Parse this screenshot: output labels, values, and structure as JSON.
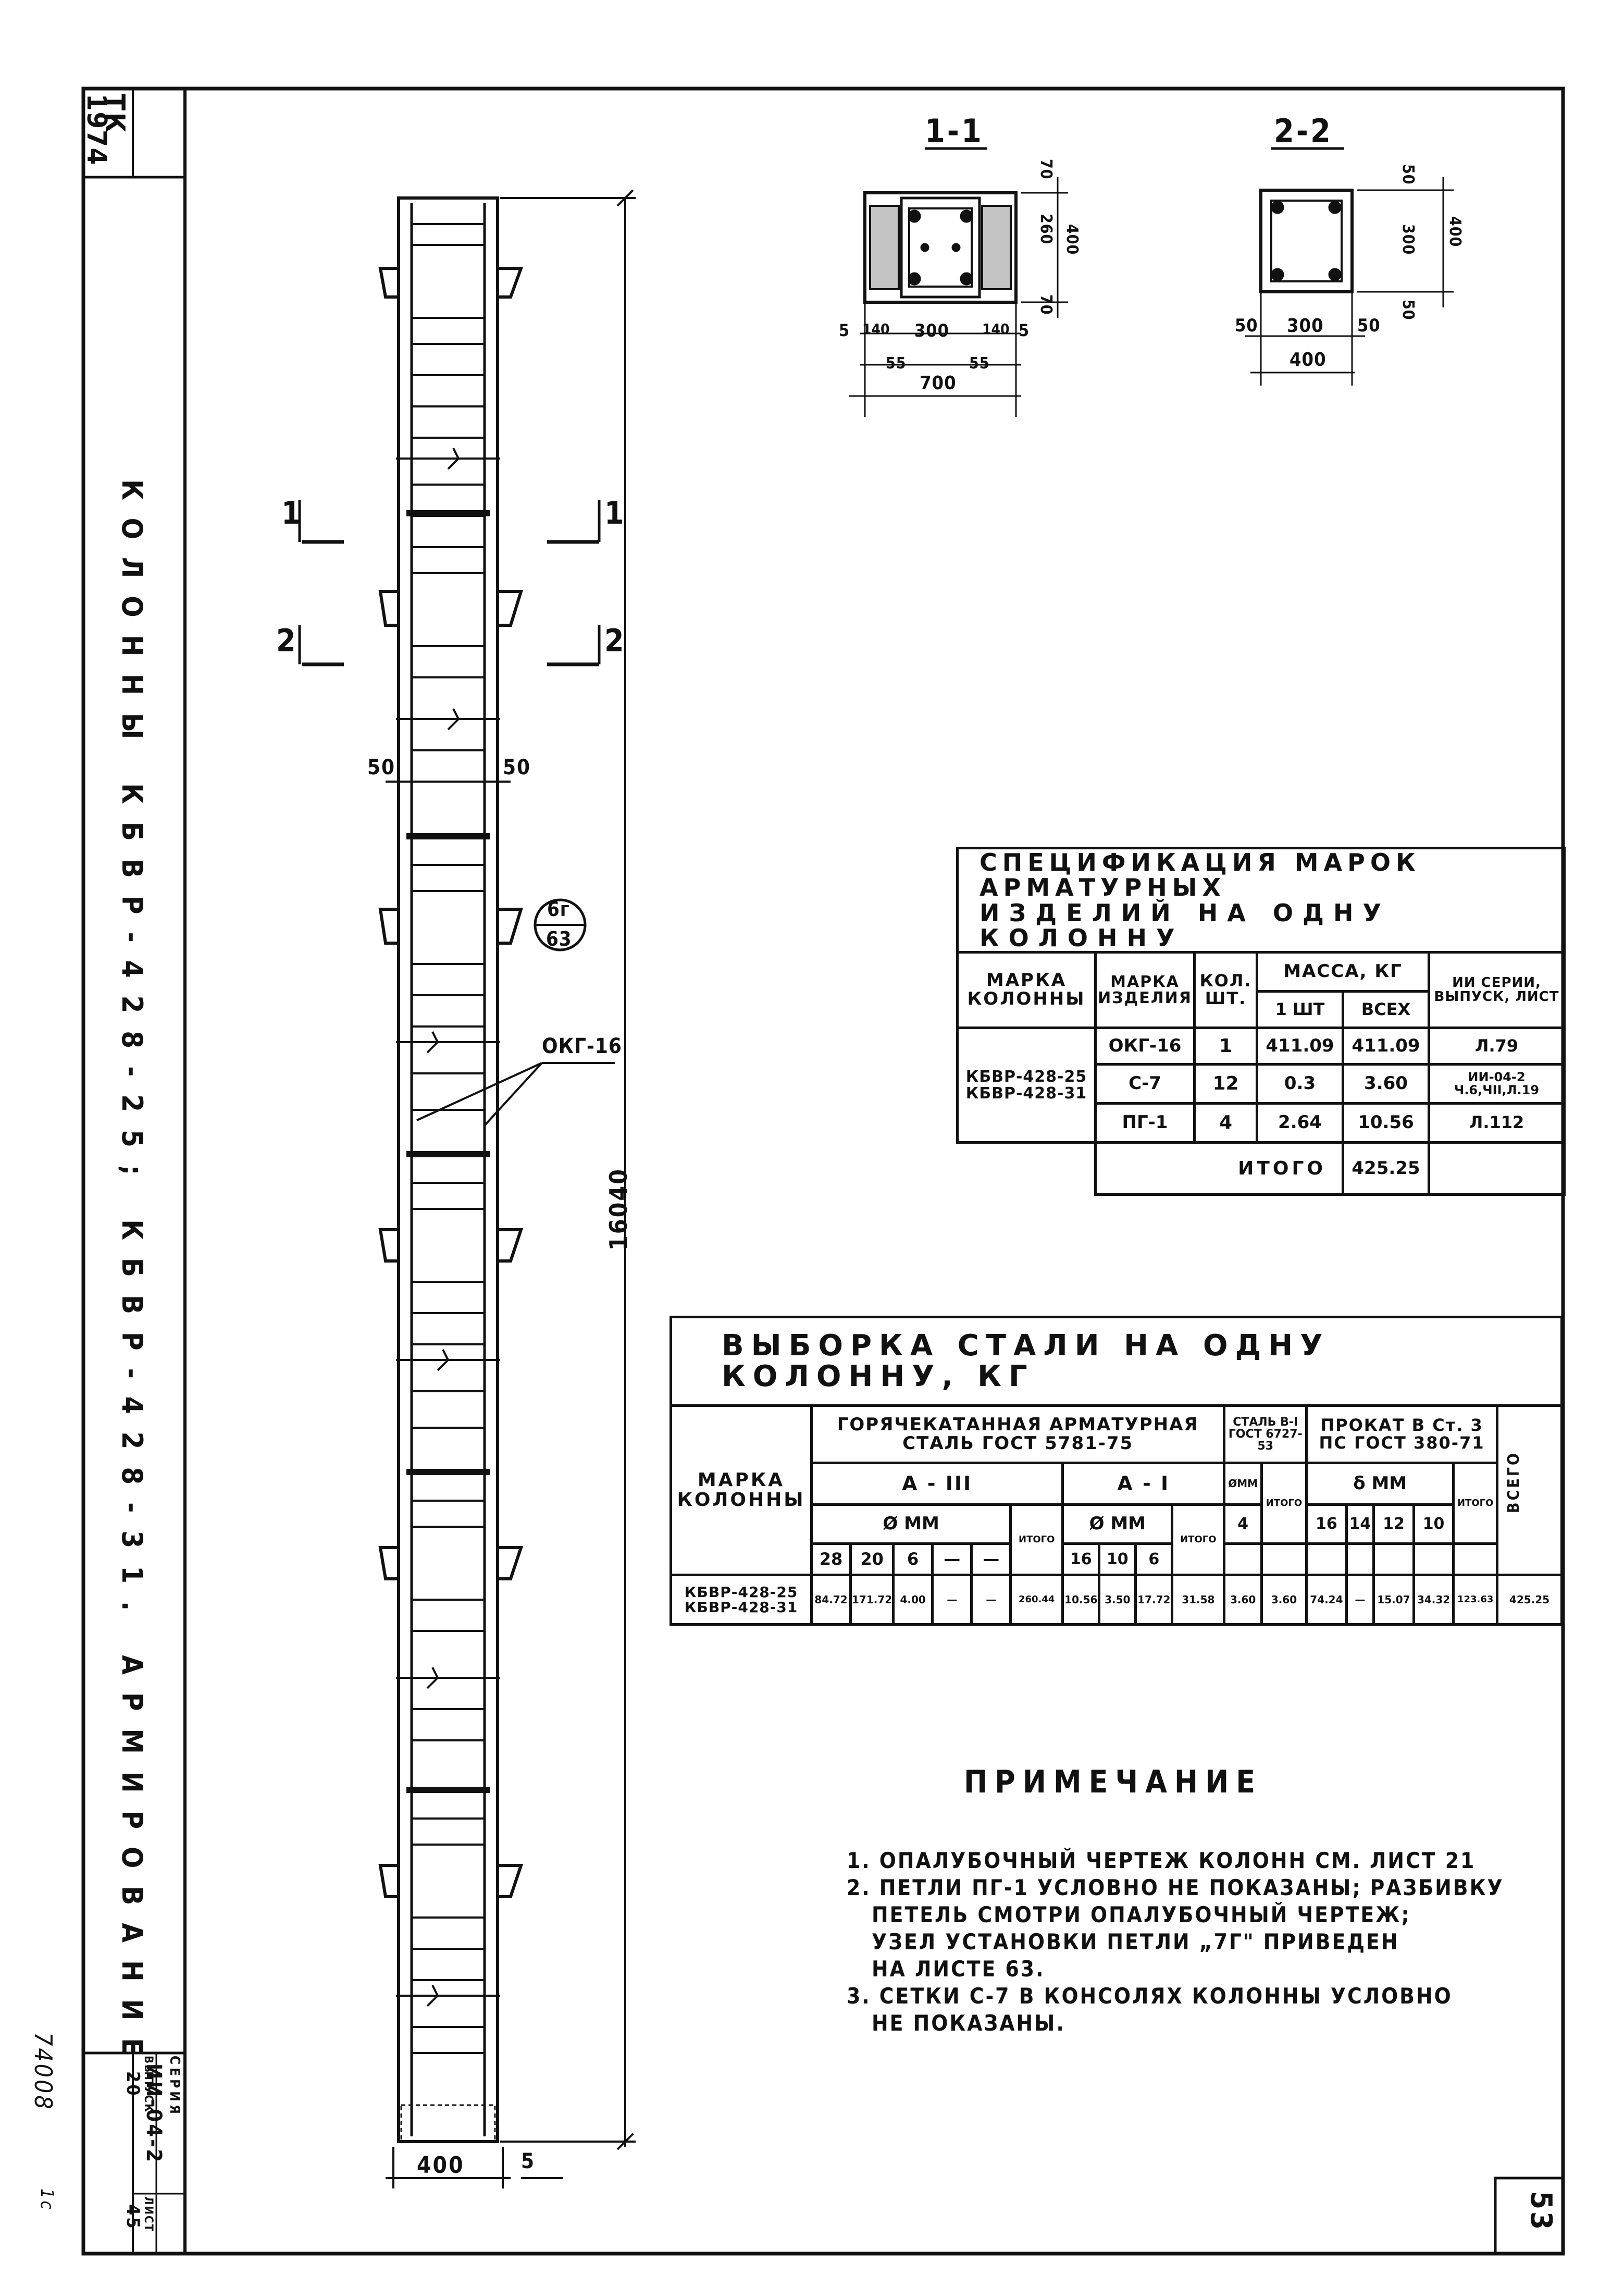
{
  "title_vertical": "КОЛОННЫ КБВР-428-25; КБВР-428-31. АРМИРОВАНИЕ",
  "corner_tk": "ТК",
  "corner_year": "1974",
  "sheet_number": "53",
  "inventory_number": "74008",
  "inventory_suffix": "1с",
  "stamp": {
    "series_label": "СЕРИЯ",
    "series_value": "ИИ-04-2",
    "issue_label": "ВЫПУСК",
    "issue_value": "20",
    "sheet_label": "ЛИСТ",
    "sheet_value": "45"
  },
  "section_1": {
    "label": "1-1",
    "dims": {
      "h1": "70",
      "h2": "260",
      "h3": "400",
      "h4": "70",
      "w1": "5",
      "w2": "140",
      "w3": "300",
      "w4": "140",
      "w5": "5",
      "w6": "55",
      "w7": "55",
      "w8": "700"
    }
  },
  "section_2": {
    "label": "2-2",
    "dims": {
      "h1": "50",
      "h2": "300",
      "h3": "400",
      "h4": "50",
      "w1": "50",
      "w2": "300",
      "w3": "50",
      "w4": "400"
    }
  },
  "elevation": {
    "cut_1": "1",
    "cut_2": "2",
    "dim_50_left": "50",
    "dim_50_right": "50",
    "height": "16040",
    "width": "400",
    "bottom_5": "5",
    "node_top": "6г",
    "node_bottom": "63",
    "callout": "ОКГ-16"
  },
  "spec_table": {
    "title_line1": "СПЕЦИФИКАЦИЯ МАРОК АРМАТУРНЫХ",
    "title_line2": "ИЗДЕЛИЙ НА ОДНУ КОЛОННУ",
    "col_mark_column": "МАРКА КОЛОННЫ",
    "col_mark_item": "МАРКА ИЗДЕЛИЯ",
    "col_qty": "КОЛ. ШТ.",
    "col_mass": "МАССА, КГ",
    "col_mass_one": "1 ШТ",
    "col_mass_all": "ВСЕХ",
    "col_ref": "ИИ СЕРИИ, ВЫПУСК, ЛИСТ",
    "columns": "КБВР-428-25 КБВР-428-31",
    "rows": [
      {
        "item": "ОКГ-16",
        "qty": "1",
        "one": "411.09",
        "all": "411.09",
        "ref": "Л.79"
      },
      {
        "item": "С-7",
        "qty": "12",
        "one": "0.3",
        "all": "3.60",
        "ref": "ИИ-04-2 Ч.6,ЧII,Л.19"
      },
      {
        "item": "ПГ-1",
        "qty": "4",
        "one": "2.64",
        "all": "10.56",
        "ref": "Л.112"
      }
    ],
    "total_label": "ИТОГО",
    "total_value": "425.25"
  },
  "steel_table": {
    "title": "ВЫБОРКА СТАЛИ НА ОДНУ КОЛОННУ, КГ",
    "col_mark": "МАРКА КОЛОННЫ",
    "group_hot": "ГОРЯЧЕКАТАННАЯ АРМАТУРНАЯ СТАЛЬ ГОСТ 5781-75",
    "group_wire": "СТАЛЬ В-I ГОСТ 6727-53",
    "group_rolled": "ПРОКАТ В Ст. 3 ПС ГОСТ 380-71",
    "class_a3": "А - III",
    "class_a1": "А - I",
    "phi_mm": "Ø ММ",
    "phi_mm_short": "ØММ",
    "delta_mm": "δ ММ",
    "total_short": "ИТОГО",
    "grand_total": "ВСЕГО",
    "d_a3": [
      "28",
      "20",
      "6",
      "—",
      "—"
    ],
    "d_a1": [
      "16",
      "10",
      "6"
    ],
    "d_w": [
      "4"
    ],
    "d_r": [
      "16",
      "14",
      "12",
      "10"
    ],
    "row_marks": "КБВР-428-25 КБВР-428-31",
    "row_values": [
      "84.72",
      "171.72",
      "4.00",
      "—",
      "—",
      "260.44",
      "10.56",
      "3.50",
      "17.72",
      "31.58",
      "3.60",
      "3.60",
      "74.24",
      "—",
      "15.07",
      "34.32",
      "123.63",
      "425.25"
    ]
  },
  "notes": {
    "heading": "ПРИМЕЧАНИЕ",
    "items": [
      "1. ОПАЛУБОЧНЫЙ ЧЕРТЕЖ КОЛОНН СМ. ЛИСТ 21",
      "2. ПЕТЛИ ПГ-1 УСЛОВНО НЕ ПОКАЗАНЫ; РАЗБИВКУ",
      "ПЕТЕЛЬ СМОТРИ ОПАЛУБОЧНЫЙ ЧЕРТЕЖ;",
      "УЗЕЛ УСТАНОВКИ ПЕТЛИ „7Г\" ПРИВЕДЕН",
      "НА ЛИСТЕ 63.",
      "3. СЕТКИ С-7 В КОНСОЛЯХ КОЛОННЫ УСЛОВНО",
      "НЕ ПОКАЗАНЫ."
    ]
  }
}
